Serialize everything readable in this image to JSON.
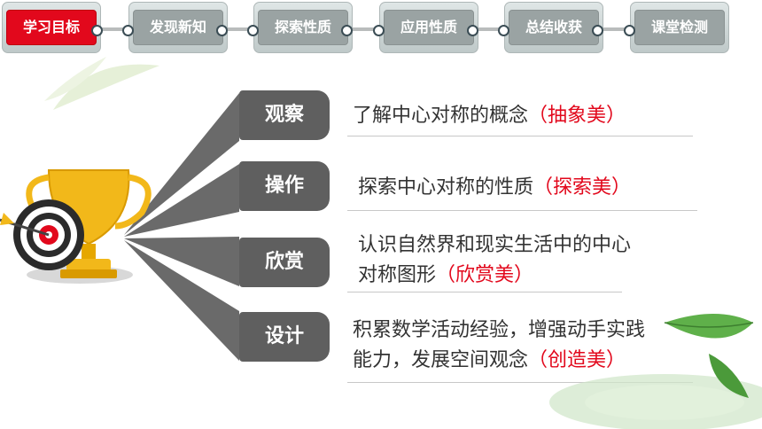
{
  "nav": {
    "tabs": [
      {
        "label": "学习目标",
        "active": true
      },
      {
        "label": "发现新知",
        "active": false
      },
      {
        "label": "探索性质",
        "active": false
      },
      {
        "label": "应用性质",
        "active": false
      },
      {
        "label": "总结收获",
        "active": false
      },
      {
        "label": "课堂检测",
        "active": false
      }
    ]
  },
  "objectives": [
    {
      "label": "观察",
      "text": "了解中心对称的概念",
      "accent": "（抽象美）"
    },
    {
      "label": "操作",
      "text": "探索中心对称的性质",
      "accent": "（探索美）"
    },
    {
      "label": "欣赏",
      "text_line1": "认识自然界和现实生活中的中心",
      "text_line2": "对称图形",
      "accent": "（欣赏美）"
    },
    {
      "label": "设计",
      "text_line1": "积累数学活动经验，增强动手实践",
      "text_line2": "能力，发展空间观念",
      "accent": "（创造美）"
    }
  ],
  "colors": {
    "accent": "#e2081c",
    "label_bg": "#5f5f5f",
    "tab_inactive": "#9aa3a3"
  },
  "icons": [
    "trophy-icon",
    "target-icon",
    "arrow-icon",
    "leaf-icon"
  ]
}
